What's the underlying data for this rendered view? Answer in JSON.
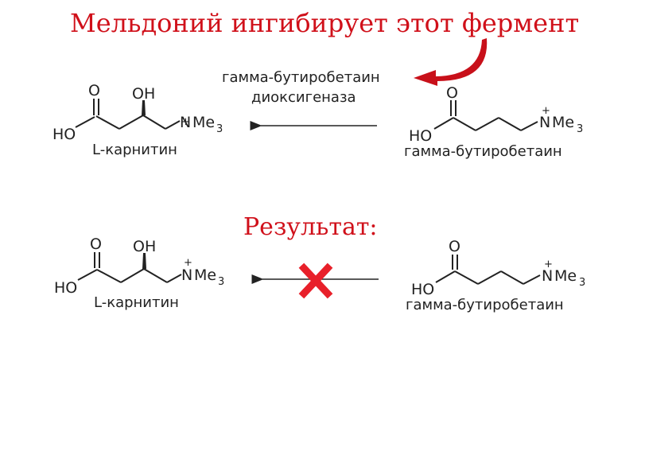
{
  "title": "Мельдоний ингибирует этот фермент",
  "result_label": "Результат:",
  "enzyme": {
    "line1": "гамма-бутиробетаин",
    "line2": "диоксигеназа"
  },
  "molecules": {
    "product_name": "L-карнитин",
    "substrate_name": "гамма-бутиробетаин",
    "atom_O": "O",
    "atom_OH": "OH",
    "atom_HO": "HO",
    "atom_N": "N",
    "atom_Me": "Me",
    "atom_sub3": "3",
    "charge_plus": "+"
  },
  "colors": {
    "accent": "#d0101a",
    "ink": "#222222",
    "blocked_cross": "#e8202a"
  },
  "icons": {
    "pointer": "curved-red-arrow-icon",
    "blocked": "red-x-icon"
  }
}
